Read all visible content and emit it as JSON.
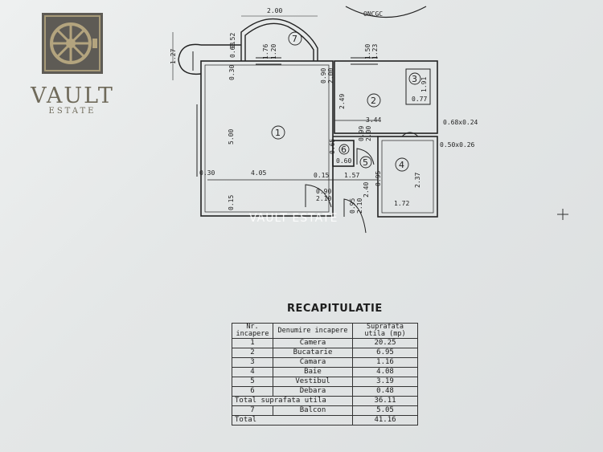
{
  "logo": {
    "word": "VAULT",
    "sub": "ESTATE"
  },
  "watermark": "VAULT ESTATE",
  "plan": {
    "top_label": "ONCGC",
    "dims": {
      "d200": "2.00",
      "d052": "0.52",
      "d068": "0.68",
      "d176": "1.76",
      "d120": "1.20",
      "d127": "1.27",
      "d030a": "0.30",
      "d150": "1.50",
      "d123": "1.23",
      "d090": "0.90",
      "d200b": "2.00",
      "d191": "1.91",
      "d077": "0.77",
      "d249": "2.49",
      "d344": "3.44",
      "d068x024": "0.68x0.24",
      "d050x026": "0.50x0.26",
      "d500": "5.00",
      "d099": "0.99",
      "d200c": "2.00",
      "d065": "0.65",
      "d060": "0.60",
      "d030b": "0.30",
      "d405": "4.05",
      "d015a": "0.15",
      "d157": "1.57",
      "d237": "2.37",
      "d095": "0.95",
      "d240": "2.40",
      "d090b": "0.90",
      "d210": "2.10",
      "d015b": "0.15",
      "d095b": "0.95",
      "d210b": "2.10",
      "d172": "1.72"
    },
    "rooms": {
      "r1": "1",
      "r2": "2",
      "r3": "3",
      "r4": "4",
      "r5": "5",
      "r6": "6",
      "r7": "7"
    }
  },
  "recap": {
    "title": "RECAPITULATIE",
    "headers": [
      "Nr. incapere",
      "Denumire incapere",
      "Suprafata utila (mp)"
    ],
    "rows": [
      [
        "1",
        "Camera",
        "20.25"
      ],
      [
        "2",
        "Bucatarie",
        "6.95"
      ],
      [
        "3",
        "Camara",
        "1.16"
      ],
      [
        "4",
        "Baie",
        "4.08"
      ],
      [
        "5",
        "Vestibul",
        "3.19"
      ],
      [
        "6",
        "Debara",
        "0.48"
      ]
    ],
    "total_useful": [
      "Total suprafata utila",
      "36.11"
    ],
    "balcon": [
      "7",
      "Balcon",
      "5.05"
    ],
    "total": [
      "Total",
      "41.16"
    ]
  }
}
